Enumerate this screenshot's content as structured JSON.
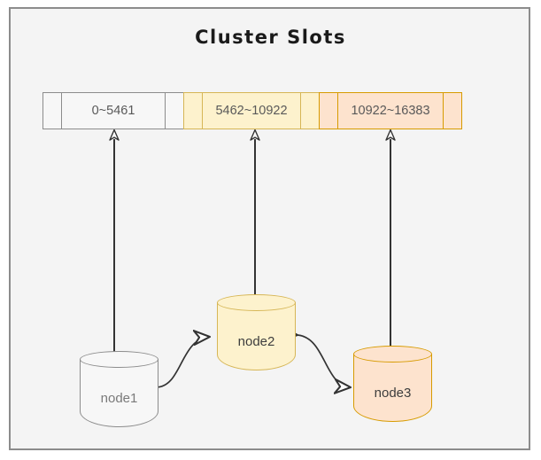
{
  "diagram": {
    "title": "Cluster Slots",
    "background_color": "#f4f4f4",
    "frame_border_color": "#8c8c8c"
  },
  "slot_bar": {
    "groups": [
      {
        "id": "slots-group-1",
        "label": "0~5461",
        "fill": "#f7f7f7",
        "stroke": "#8c8c8c",
        "owner": "node1"
      },
      {
        "id": "slots-group-2",
        "label": "5462~10922",
        "fill": "#fdf2cd",
        "stroke": "#d6b656",
        "owner": "node2"
      },
      {
        "id": "slots-group-3",
        "label": "10922~16383",
        "fill": "#fde3ce",
        "stroke": "#d79b00",
        "owner": "node3"
      }
    ]
  },
  "nodes": [
    {
      "id": "node1",
      "label": "node1",
      "fill": "#f7f7f7",
      "stroke": "#8c8c8c",
      "label_color": "#7a7a7a"
    },
    {
      "id": "node2",
      "label": "node2",
      "fill": "#fdf2cd",
      "stroke": "#d6b656",
      "label_color": "#3d3d3d"
    },
    {
      "id": "node3",
      "label": "node3",
      "fill": "#fde3ce",
      "stroke": "#d79b00",
      "label_color": "#3d3d3d"
    }
  ],
  "connectors": {
    "slot_arrows": [
      {
        "id": "arrow-node1-slots",
        "from": "node1",
        "to": "slots-group-1"
      },
      {
        "id": "arrow-node2-slots",
        "from": "node2",
        "to": "slots-group-2"
      },
      {
        "id": "arrow-node3-slots",
        "from": "node3",
        "to": "slots-group-3"
      }
    ],
    "node_links": [
      {
        "id": "link-node1-node2",
        "from": "node1",
        "to": "node2",
        "direction": "bidirectional"
      },
      {
        "id": "link-node2-node3",
        "from": "node2",
        "to": "node3",
        "direction": "bidirectional"
      }
    ],
    "line_color": "#333333"
  }
}
